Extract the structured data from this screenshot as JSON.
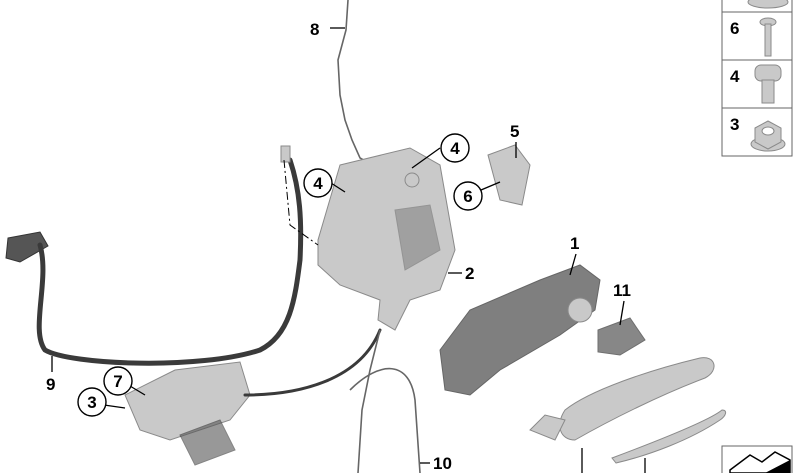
{
  "diagram": {
    "callouts": {
      "bowden_cable_top": "8",
      "screw_upper": "4",
      "screw_left": "4",
      "bracket": "5",
      "bracket_screw": "6",
      "door_lock": "2",
      "handle_carrier": "1",
      "cover": "11",
      "cable_harness": "9",
      "actuator": "7",
      "nut": "3",
      "bowden_cable_bottom": "10"
    },
    "legend": [
      {
        "label": "6",
        "icon": "countersunk-screw-icon"
      },
      {
        "label": "4",
        "icon": "torx-bolt-icon"
      },
      {
        "label": "3",
        "icon": "flange-nut-icon"
      }
    ]
  }
}
